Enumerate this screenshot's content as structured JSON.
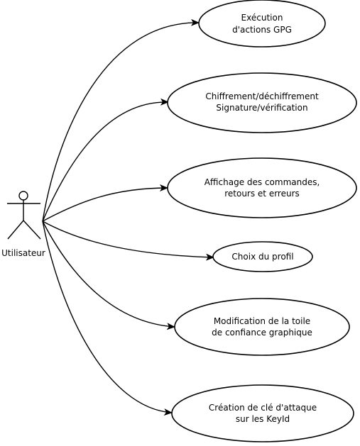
{
  "actor": {
    "label": "Utilisateur"
  },
  "use_cases": [
    {
      "line1": "Exécution",
      "line2": "d'actions GPG"
    },
    {
      "line1": "Chiffrement/déchiffrement",
      "line2": "Signature/vérification"
    },
    {
      "line1": "Affichage des commandes,",
      "line2": "retours et erreurs"
    },
    {
      "line1": "Choix du profil"
    },
    {
      "line1": "Modification de la toile",
      "line2": "de confiance graphique"
    },
    {
      "line1": "Création de clé d'attaque",
      "line2": "sur les KeyId"
    }
  ]
}
